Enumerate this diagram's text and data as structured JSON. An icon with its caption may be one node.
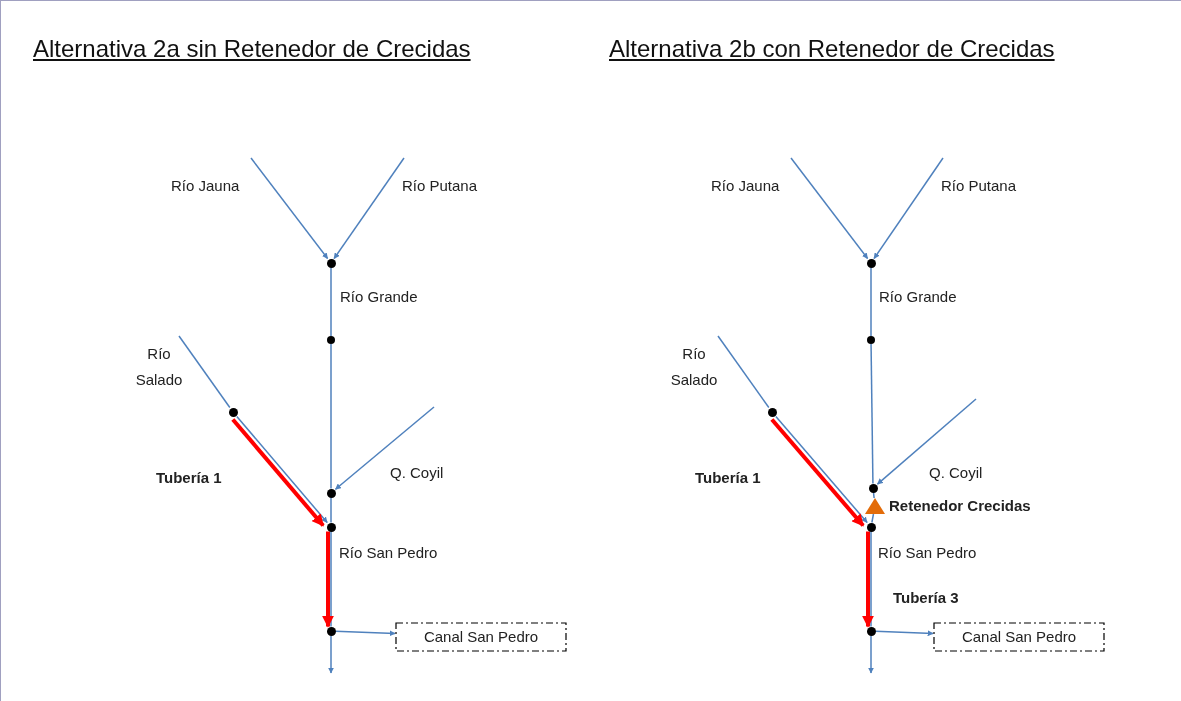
{
  "diagram": {
    "nodes": [
      {
        "text": [],
        "shape": "circle"
      },
      {
        "text": [],
        "shape": "circle"
      },
      {
        "text": [],
        "shape": "circle"
      },
      {
        "text": [],
        "shape": "circle"
      },
      {
        "text": [],
        "shape": "circle"
      },
      {
        "text": [],
        "shape": "circle"
      },
      {
        "text": [
          "Canal San Pedro"
        ]
      },
      {
        "text": [],
        "shape": "circle"
      },
      {
        "text": [],
        "shape": "circle"
      },
      {
        "text": [],
        "shape": "circle"
      },
      {
        "text": [],
        "shape": "circle"
      },
      {
        "text": [],
        "shape": "triangle",
        "beside": [
          "Retenedor Crecidas"
        ]
      },
      {
        "text": [],
        "shape": "circle"
      },
      {
        "text": [],
        "shape": "circle"
      },
      {
        "text": [
          "Canal San Pedro"
        ]
      }
    ],
    "edges": [
      {
        "from": null,
        "to": 0,
        "arrow": "to",
        "label": "Río Jauna"
      },
      {
        "from": null,
        "to": 0,
        "arrow": "to",
        "label": "Río Putana"
      },
      {
        "from": 0,
        "to": 1,
        "arrow": "none",
        "label": "Río Grande"
      },
      {
        "from": 1,
        "to": 3,
        "arrow": "none"
      },
      {
        "from": null,
        "to": 2,
        "arrow": "none",
        "label": "Río Salado"
      },
      {
        "from": 2,
        "to": 4,
        "arrow": "to"
      },
      {
        "from": null,
        "to": 3,
        "arrow": "to",
        "label": "Q. Coyil"
      },
      {
        "from": 3,
        "to": 4,
        "arrow": "none"
      },
      {
        "from": 2,
        "to": 4,
        "arrow": "to",
        "label": "Tubería 1",
        "style": "thick",
        "color": "#ff0000"
      },
      {
        "from": 4,
        "to": 5,
        "arrow": "none",
        "label": "Río San Pedro"
      },
      {
        "from": 4,
        "to": 5,
        "arrow": "to",
        "style": "thick",
        "color": "#ff0000"
      },
      {
        "from": 5,
        "to": 6,
        "arrow": "to"
      },
      {
        "from": 5,
        "to": null,
        "arrow": "to"
      },
      {
        "from": null,
        "to": 7,
        "arrow": "to",
        "label": "Río Jauna"
      },
      {
        "from": null,
        "to": 7,
        "arrow": "to",
        "label": "Río Putana"
      },
      {
        "from": 7,
        "to": 8,
        "arrow": "none",
        "label": "Río Grande"
      },
      {
        "from": 8,
        "to": 10,
        "arrow": "none"
      },
      {
        "from": null,
        "to": 9,
        "arrow": "none",
        "label": "Río Salado"
      },
      {
        "from": 9,
        "to": 12,
        "arrow": "to"
      },
      {
        "from": null,
        "to": 10,
        "arrow": "to",
        "label": "Q. Coyil"
      },
      {
        "from": 10,
        "to": 11,
        "arrow": "none"
      },
      {
        "from": 11,
        "to": 12,
        "arrow": "none"
      },
      {
        "from": 9,
        "to": 12,
        "arrow": "to",
        "label": "Tubería 1",
        "style": "thick",
        "color": "#ff0000"
      },
      {
        "from": 12,
        "to": 13,
        "arrow": "none",
        "label": "Río San Pedro"
      },
      {
        "from": 12,
        "to": 13,
        "arrow": "to",
        "label": "Tubería 3",
        "style": "thick",
        "color": "#ff0000"
      },
      {
        "from": 13,
        "to": 14,
        "arrow": "to"
      },
      {
        "from": 13,
        "to": null,
        "arrow": "to"
      }
    ],
    "labels": [
      "Alternativa 2a sin Retenedor de Crecidas",
      "Alternativa 2b con Retenedor de Crecidas"
    ]
  }
}
